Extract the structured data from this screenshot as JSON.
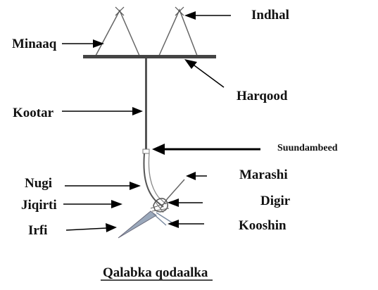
{
  "labels": {
    "indhal": "Indhal",
    "minaaq": "Minaaq",
    "harqood": "Harqood",
    "kootar": "Kootar",
    "suundambeed": "Suundambeed",
    "nugi": "Nugi",
    "marashi": "Marashi",
    "jiqirti": "Jiqirti",
    "digir": "Digir",
    "irfi": "Irfi",
    "kooshin": "Kooshin"
  },
  "caption": "Qalabka qodaalka",
  "colors": {
    "ink": "#111111",
    "bar": "#444444",
    "frame": "#666666",
    "blade": "#7a8aa0"
  }
}
